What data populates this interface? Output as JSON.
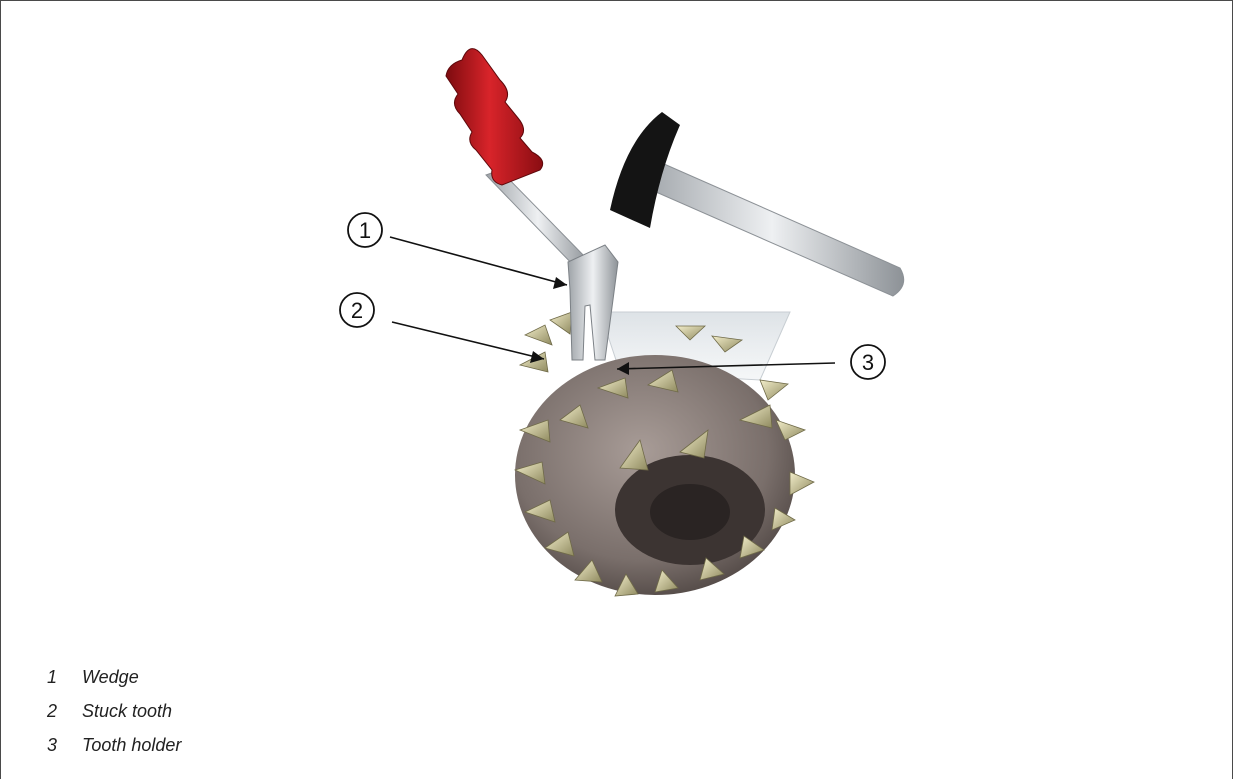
{
  "figure": {
    "callouts": [
      {
        "number": "1"
      },
      {
        "number": "2"
      },
      {
        "number": "3"
      }
    ],
    "colors": {
      "handle_red": "#c0161b",
      "steel": "#c9cdd1",
      "hammer_head": "#111111",
      "drum": "#8a7f7b",
      "tooth_tip": "#d9d2a0"
    }
  },
  "legend": [
    {
      "number": "1",
      "label": "Wedge"
    },
    {
      "number": "2",
      "label": "Stuck tooth"
    },
    {
      "number": "3",
      "label": "Tooth holder"
    }
  ]
}
